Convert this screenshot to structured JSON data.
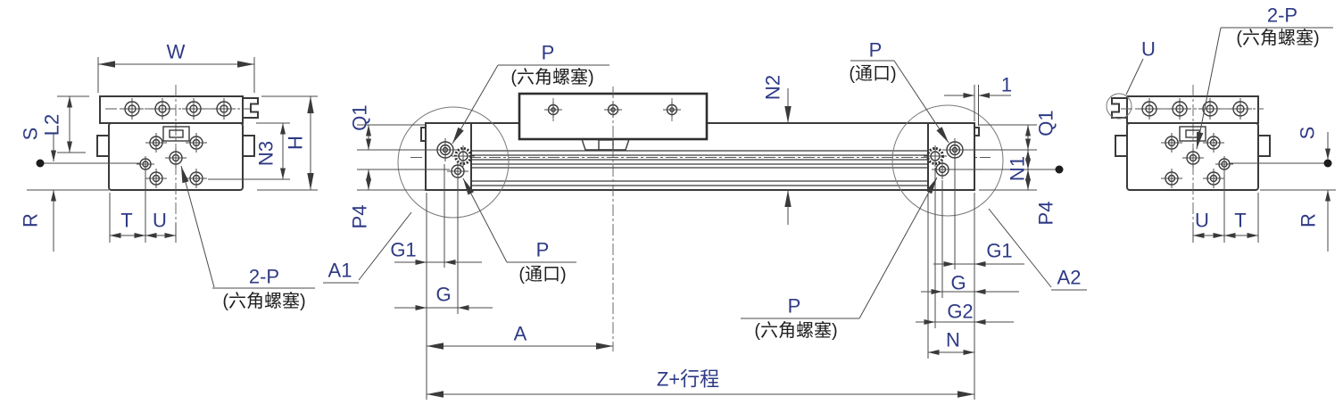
{
  "colors": {
    "line": "#3a3a3a",
    "dim_text": "#2e3a85",
    "cjk_text": "#1f1f1f",
    "background": "#ffffff"
  },
  "left_view": {
    "dims": {
      "w": "W",
      "s": "S",
      "l2": "L2",
      "r": "R",
      "n3": "N3",
      "h": "H",
      "t": "T",
      "u": "U"
    },
    "callout_2p": {
      "label": "2-P",
      "sub": "(六角螺塞)"
    }
  },
  "front_view": {
    "dims": {
      "q1_left": "Q1",
      "p4_left": "P4",
      "g1_left": "G1",
      "g_left": "G",
      "a": "A",
      "z_stroke": "Z+行程",
      "n2": "N2",
      "one": "1",
      "q1_right": "Q1",
      "n1": "N1",
      "p4_right": "P4",
      "g1_right": "G1",
      "g_right": "G",
      "g2": "G2",
      "n": "N"
    },
    "detail_refs": {
      "a1": "A1",
      "a2": "A2"
    },
    "callouts": {
      "top_left": {
        "label": "P",
        "sub": "(六角螺塞)"
      },
      "bottom_left": {
        "label": "P",
        "sub": "(通口)"
      },
      "top_right": {
        "label": "P",
        "sub": "(通口)"
      },
      "bottom_right": {
        "label": "P",
        "sub": "(六角螺塞)"
      }
    }
  },
  "right_view": {
    "dims": {
      "s": "S",
      "r": "R",
      "u": "U",
      "t": "T"
    },
    "callout_2p": {
      "label": "2-P",
      "sub": "(六角螺塞)"
    },
    "callout_u": "U"
  }
}
